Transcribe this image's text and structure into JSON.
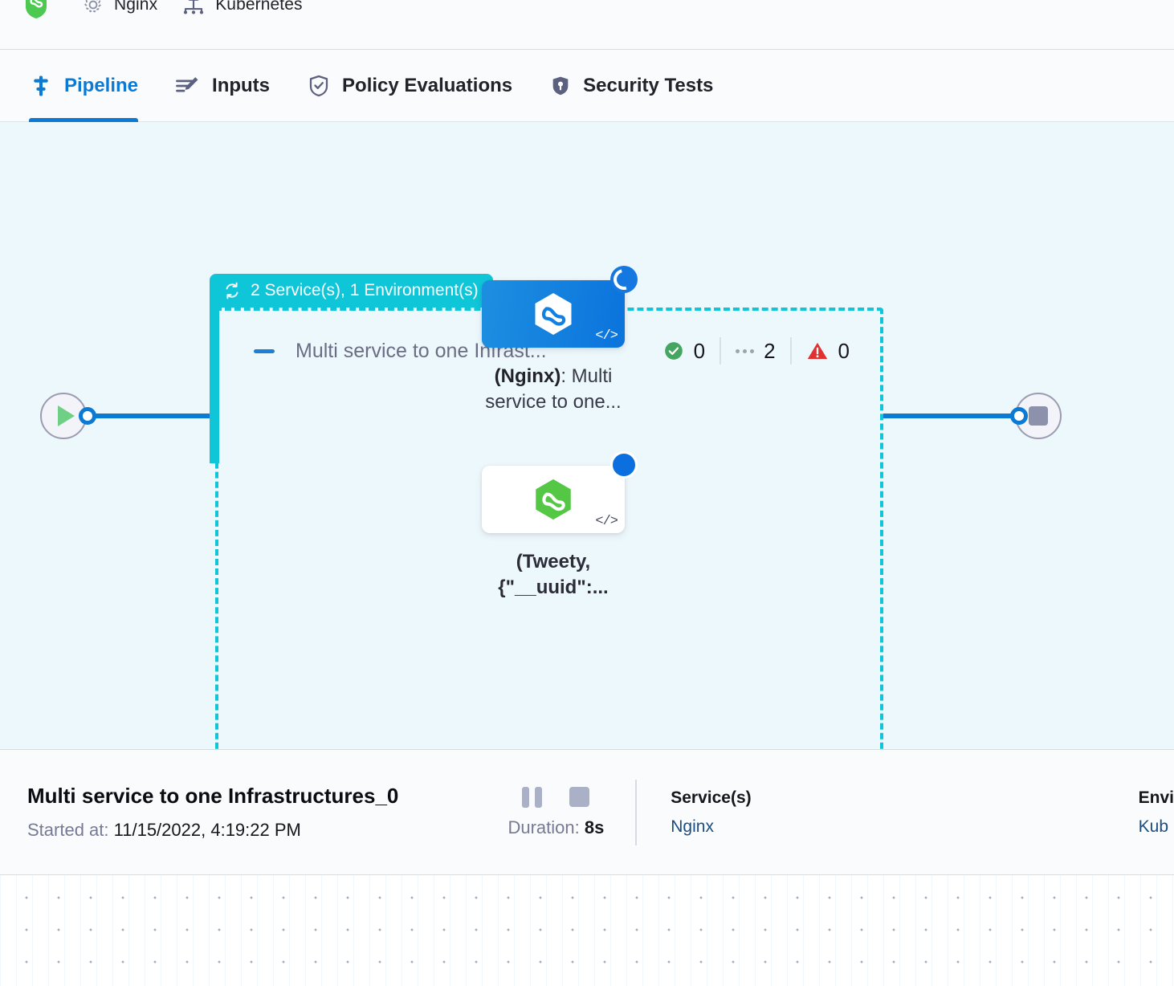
{
  "topbar": {
    "items": [
      {
        "icon": "harness-logo-icon",
        "label": ""
      },
      {
        "icon": "gear-icon",
        "label": "Nginx"
      },
      {
        "icon": "infrastructure-icon",
        "label": "Kubernetes"
      }
    ]
  },
  "tabs": [
    {
      "id": "pipeline",
      "label": "Pipeline",
      "icon": "pipeline-icon",
      "active": true
    },
    {
      "id": "inputs",
      "label": "Inputs",
      "icon": "inputs-icon",
      "active": false
    },
    {
      "id": "policy-evaluations",
      "label": "Policy Evaluations",
      "icon": "policy-shield-icon",
      "active": false
    },
    {
      "id": "security-tests",
      "label": "Security Tests",
      "icon": "security-shield-icon",
      "active": false
    }
  ],
  "graph": {
    "group_badge": {
      "icon": "loop-repeat-icon",
      "label": "2 Service(s), 1 Environment(s)"
    },
    "stage": {
      "collapse_icon": "collapse-dash-icon",
      "title": "Multi service to one Infrast...",
      "status": {
        "success_icon": "check-circle-icon",
        "success_count": "0",
        "pending_icon": "dots-icon",
        "pending_count": "2",
        "failed_icon": "warning-triangle-icon",
        "failed_count": "0"
      }
    },
    "nodes": [
      {
        "id": "nginx-service-node",
        "icon": "harness-hexagon-blue-icon",
        "badge": "spinner-badge",
        "code_mark": "</>",
        "label_bold": "(Nginx)",
        "label_rest": ": Multi service to one..."
      },
      {
        "id": "tweety-service-node",
        "icon": "harness-hexagon-green-icon",
        "badge": "running-dot-badge",
        "code_mark": "</>",
        "label_full": "(Tweety, {\"__uuid\":..."
      }
    ],
    "start_node": {
      "icon": "play-icon"
    },
    "end_node": {
      "icon": "stop-icon"
    }
  },
  "detail": {
    "title": "Multi service to one Infrastructures_0",
    "started_label": "Started at:",
    "started_value": "11/15/2022, 4:19:22 PM",
    "pause_icon": "pause-icon",
    "stop_icon": "stop-square-icon",
    "duration_label": "Duration:",
    "duration_value": "8s",
    "columns": [
      {
        "head": "Service(s)",
        "value": "Nginx"
      },
      {
        "head": "Envi",
        "value": "Kub"
      }
    ]
  }
}
